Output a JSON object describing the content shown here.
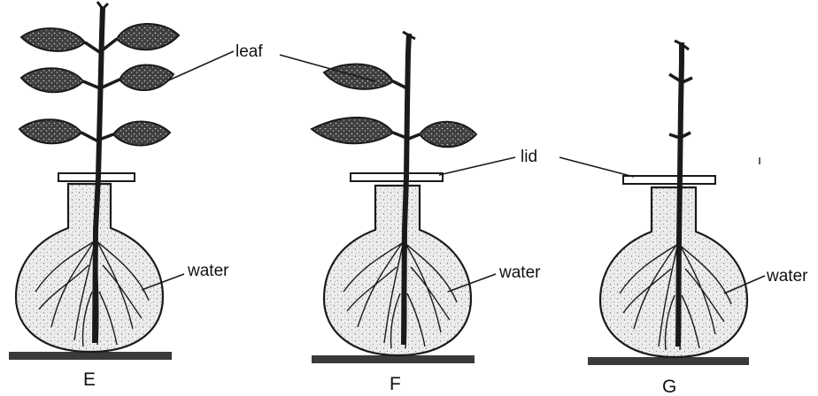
{
  "labels": {
    "leaf": "leaf",
    "lid": "lid",
    "water_e": "water",
    "water_f": "water",
    "water_g": "water"
  },
  "setups": [
    {
      "id": "E",
      "caption": "E",
      "leaves": 6
    },
    {
      "id": "F",
      "caption": "F",
      "leaves": 3
    },
    {
      "id": "G",
      "caption": "G",
      "leaves": 0
    }
  ],
  "colors": {
    "ink": "#1a1a1a",
    "leaf_fill": "#5a5a5a",
    "water_fill": "#e6e6e6"
  }
}
